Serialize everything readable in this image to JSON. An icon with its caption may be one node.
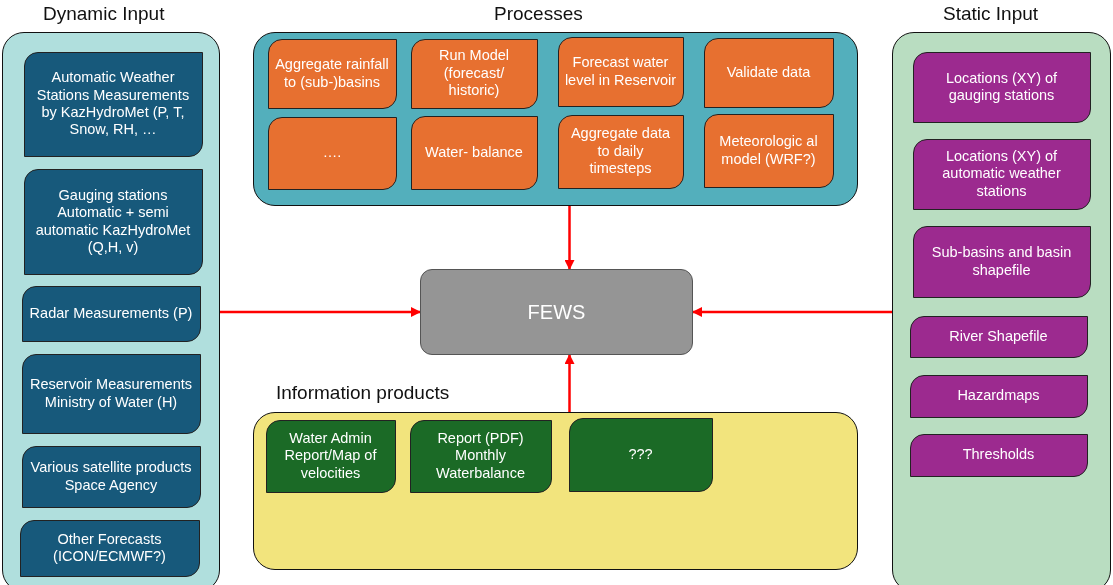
{
  "diagram": {
    "nodes": [
      {
        "text": [
          "Dynamic Input"
        ]
      },
      {
        "text": [
          "Automatic Weather Stations Measurements by KazHydroMet (P, T, Snow, RH, …"
        ],
        "in": 0
      },
      {
        "text": [
          "Gauging stations Automatic + semi automatic KazHydroMet (Q,H, v)"
        ],
        "in": 0
      },
      {
        "text": [
          "Radar Measurements (P)"
        ],
        "in": 0
      },
      {
        "text": [
          "Reservoir Measurements Ministry of Water (H)"
        ],
        "in": 0
      },
      {
        "text": [
          "Various satellite products Space Agency"
        ],
        "in": 0
      },
      {
        "text": [
          "Other Forecasts (ICON/ECMWF?)"
        ],
        "in": 0
      },
      {
        "text": [
          "Processes"
        ]
      },
      {
        "text": [
          "Aggregate rainfall to (sub-)basins"
        ],
        "in": 7
      },
      {
        "text": [
          "Run Model (forecast/ historic)"
        ],
        "in": 7
      },
      {
        "text": [
          "Forecast water level in Reservoir"
        ],
        "in": 7
      },
      {
        "text": [
          "Validate data"
        ],
        "in": 7
      },
      {
        "text": [
          "…."
        ],
        "in": 7
      },
      {
        "text": [
          "Water- balance"
        ],
        "in": 7
      },
      {
        "text": [
          "Aggregate data to daily timesteps"
        ],
        "in": 7
      },
      {
        "text": [
          "Meteorologic al model (WRF?)"
        ],
        "in": 7
      },
      {
        "text": [
          "Static Input"
        ]
      },
      {
        "text": [
          "Locations (XY) of gauging stations"
        ],
        "in": 16
      },
      {
        "text": [
          "Locations (XY) of automatic weather stations"
        ],
        "in": 16
      },
      {
        "text": [
          "Sub-basins and basin shapefile"
        ],
        "in": 16
      },
      {
        "text": [
          "River Shapefile"
        ],
        "in": 16
      },
      {
        "text": [
          "Hazardmaps"
        ],
        "in": 16
      },
      {
        "text": [
          "Thresholds"
        ],
        "in": 16
      },
      {
        "text": [
          "FEWS"
        ]
      },
      {
        "text": [
          "Information products"
        ]
      },
      {
        "text": [
          "Water Admin Report/Map of velocities"
        ],
        "in": 24
      },
      {
        "text": [
          "Report (PDF) Monthly Waterbalance"
        ],
        "in": 24
      },
      {
        "text": [
          "???"
        ],
        "in": 24
      }
    ],
    "edges": [
      {
        "from": 0,
        "to": 23,
        "arrow": "to"
      },
      {
        "from": 7,
        "to": 23,
        "arrow": "to"
      },
      {
        "from": 16,
        "to": 23,
        "arrow": "to"
      },
      {
        "from": 24,
        "to": 23,
        "arrow": "to"
      }
    ]
  }
}
